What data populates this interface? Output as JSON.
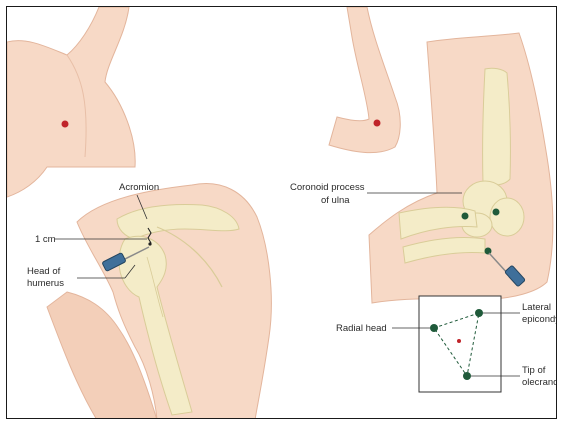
{
  "labels": {
    "acromion": "Acromion",
    "one_cm": "1 cm",
    "head_of_humerus_line1": "Head of",
    "head_of_humerus_line2": "humerus",
    "coronoid_line1": "Coronoid process",
    "coronoid_line2": "of ulna",
    "radial_head": "Radial head",
    "lateral_epicondyle_line1": "Lateral",
    "lateral_epicondyle_line2": "epicondyle",
    "tip_of_olecranon_line1": "Tip of",
    "tip_of_olecranon_line2": "olecranon"
  },
  "colors": {
    "skin": "#f7d9c6",
    "skin_shadow": "#e8bfa7",
    "bone": "#f4ecc8",
    "bone_outline": "#d9cc98",
    "landmark_dot": "#1f5a3a",
    "injection_site": "#c0242a",
    "needle": "#3f6f9a",
    "label_text": "#2b2b2b"
  },
  "icons": {
    "needle_shoulder": "syringe-icon",
    "needle_elbow": "syringe-icon"
  }
}
